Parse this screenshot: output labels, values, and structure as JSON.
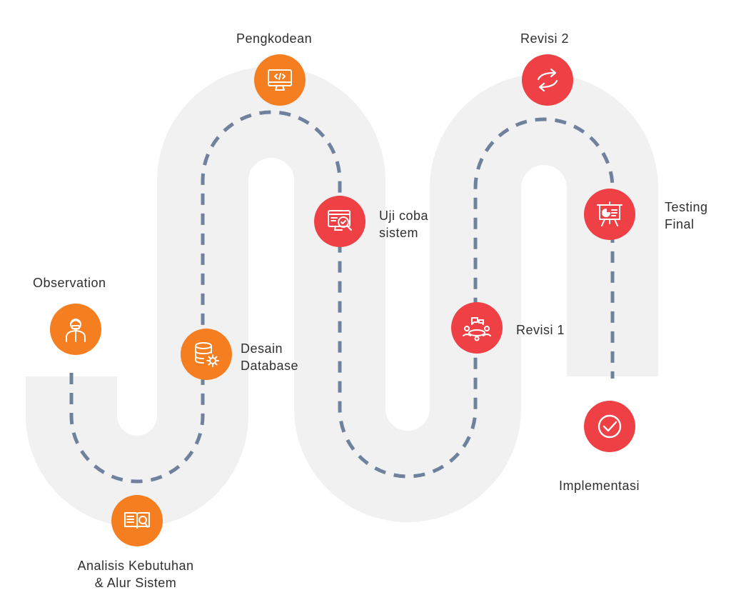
{
  "colors": {
    "orange": "#f47e20",
    "red": "#ee4045",
    "road": "#f1f1f1",
    "dash": "#6f819c",
    "text": "#2f2f2f"
  },
  "steps": [
    {
      "label": "Observation",
      "icon": "person-icon",
      "color": "orange"
    },
    {
      "label": "Analisis Kebutuhan\n& Alur Sistem",
      "icon": "book-search-icon",
      "color": "orange"
    },
    {
      "label": "Desain\nDatabase",
      "icon": "database-gear-icon",
      "color": "orange"
    },
    {
      "label": "Pengkodean",
      "icon": "monitor-code-icon",
      "color": "orange"
    },
    {
      "label": "Uji coba\nsistem",
      "icon": "monitor-magnifier-icon",
      "color": "red"
    },
    {
      "label": "Revisi 1",
      "icon": "team-discussion-icon",
      "color": "red"
    },
    {
      "label": "Revisi 2",
      "icon": "sync-arrows-icon",
      "color": "red"
    },
    {
      "label": "Testing\nFinal",
      "icon": "presentation-board-icon",
      "color": "red"
    },
    {
      "label": "Implementasi",
      "icon": "checkmark-icon",
      "color": "red"
    }
  ]
}
